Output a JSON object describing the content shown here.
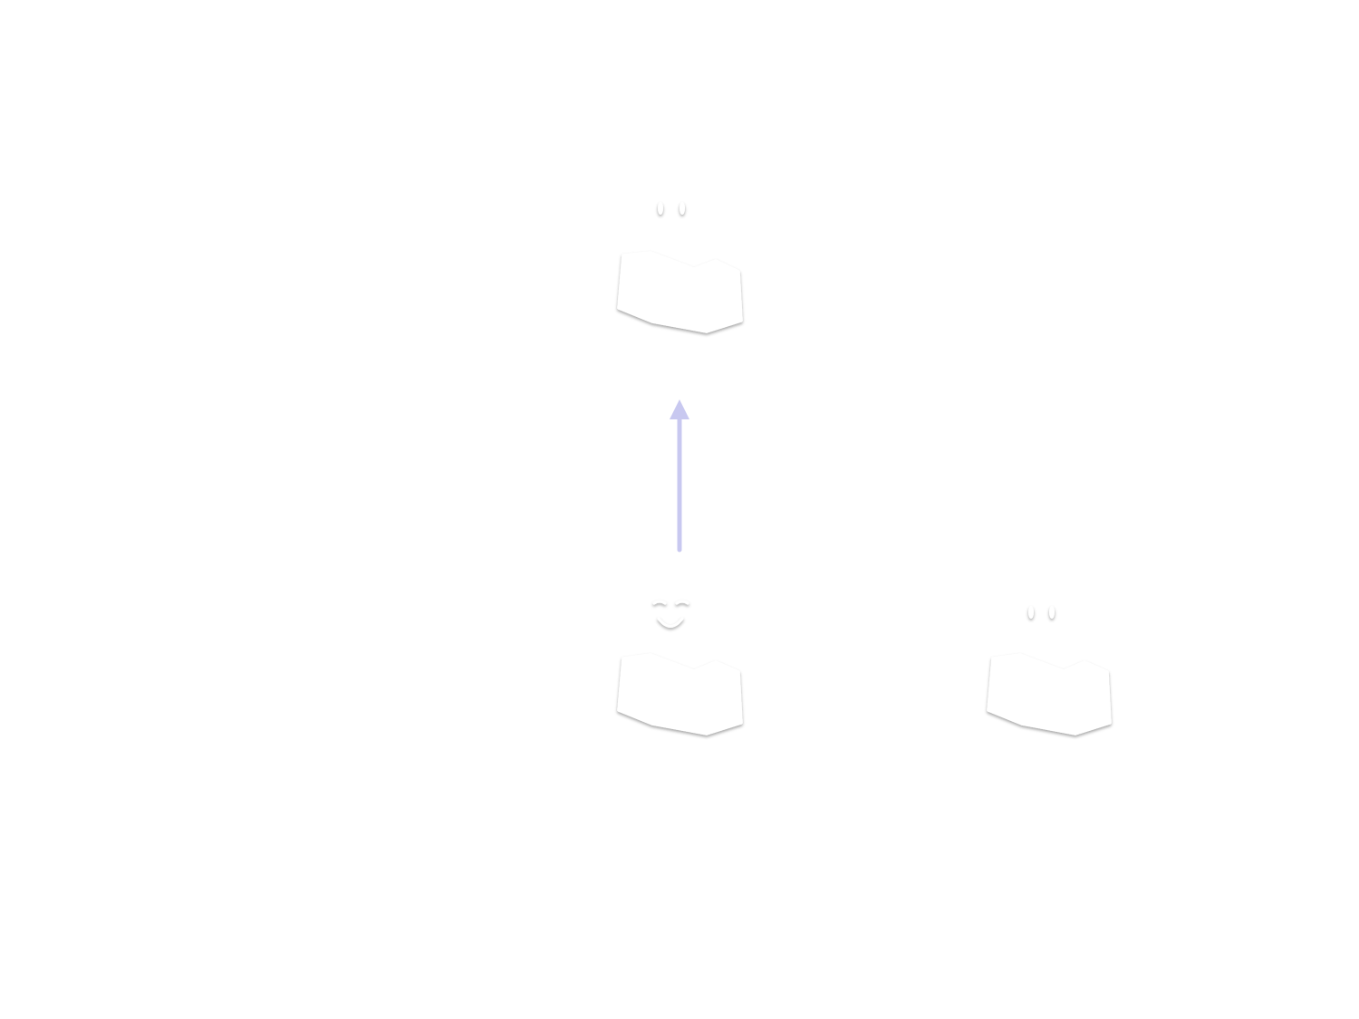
{
  "diagram": {
    "nodes": [
      {
        "id": "top",
        "expression": "neutral"
      },
      {
        "id": "bottom-left",
        "expression": "smiling"
      },
      {
        "id": "bottom-right",
        "expression": "neutral"
      }
    ],
    "edges": [
      {
        "from": "bottom-left",
        "to": "top",
        "color": "#c8c8f0",
        "direction": "up"
      }
    ]
  }
}
